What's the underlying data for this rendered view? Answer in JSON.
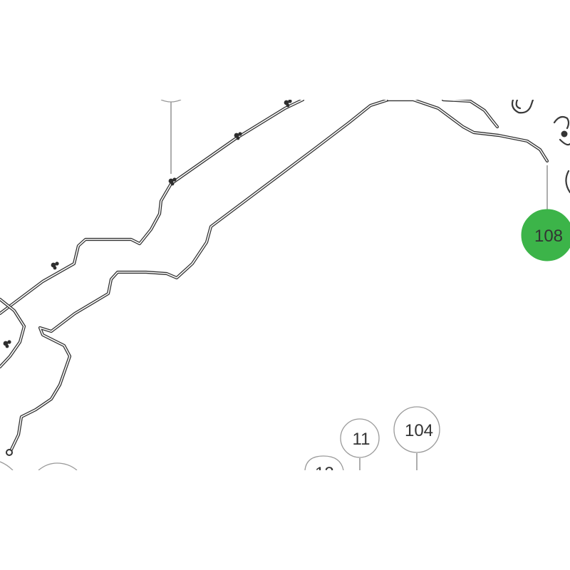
{
  "diagram": {
    "highlight_color": "#3cb449",
    "line_color": "#3a3a3a",
    "callouts": {
      "highlighted": "108",
      "c11": "11",
      "c104": "104"
    }
  }
}
